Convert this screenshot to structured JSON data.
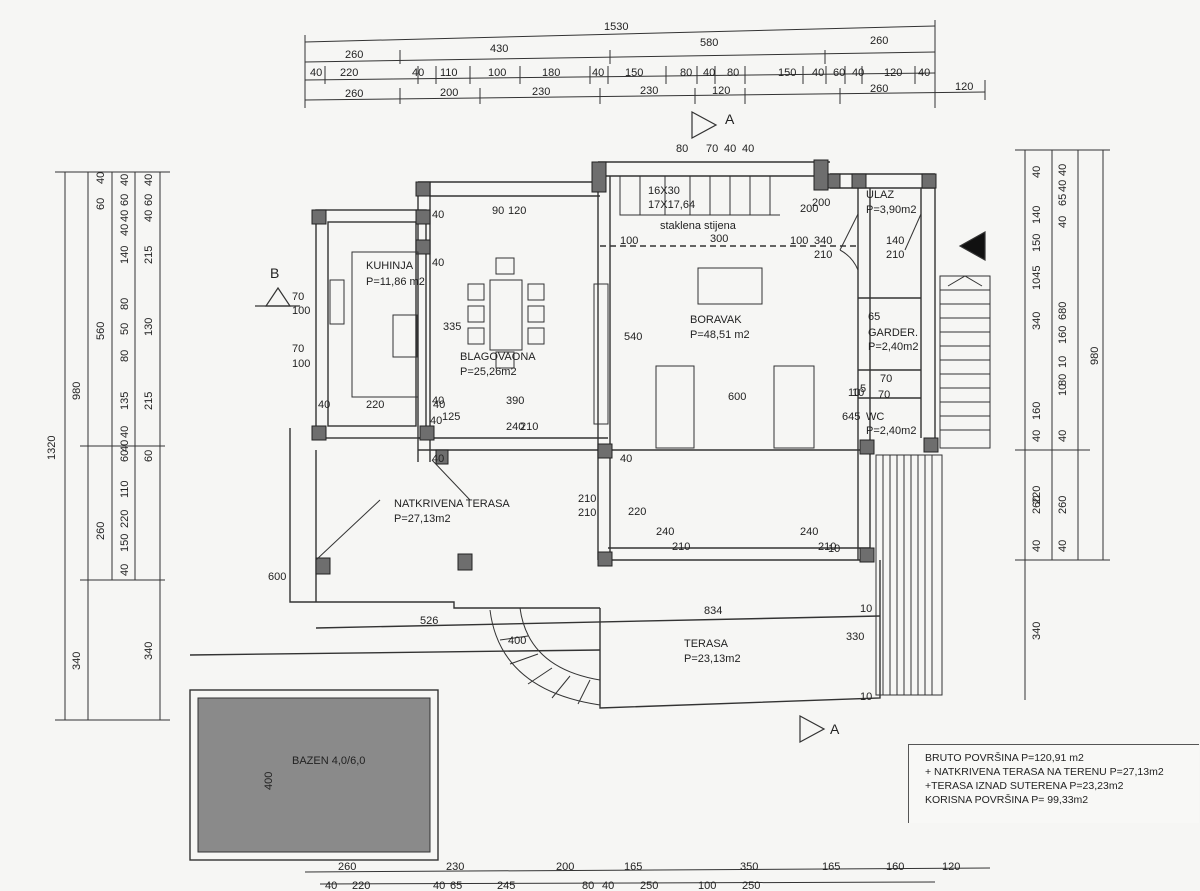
{
  "dims": {
    "top": {
      "total": "1530",
      "row1": [
        "260",
        "430",
        "580",
        "260"
      ],
      "row2": [
        "40",
        "220",
        "40",
        "110",
        "100",
        "180",
        "40",
        "150",
        "80",
        "40",
        "80",
        "150",
        "40",
        "60",
        "40",
        "120",
        "40"
      ],
      "row3": [
        "260",
        "200",
        "230",
        "230",
        "120",
        "260",
        "120"
      ]
    },
    "left": {
      "total": "1320",
      "a": [
        "980",
        "340"
      ],
      "b": [
        "60",
        "40",
        "560",
        "260"
      ],
      "c": [
        "40",
        "60",
        "40",
        "40",
        "140",
        "80",
        "50",
        "80",
        "135",
        "60",
        "40",
        "40",
        "110",
        "220",
        "150",
        "40"
      ],
      "d": [
        "40",
        "60",
        "40",
        "215",
        "130",
        "215",
        "60",
        "340"
      ]
    },
    "right": {
      "a": [
        "40",
        "140",
        "150",
        "340",
        "1045",
        "160",
        "40",
        "260",
        "220",
        "40",
        "340"
      ],
      "b": [
        "40",
        "40",
        "65",
        "40",
        "10",
        "680",
        "160",
        "80",
        "10",
        "40",
        "260",
        "40"
      ],
      "c": [
        "980"
      ]
    },
    "bottom": [
      "260",
      "230",
      "200",
      "165",
      "350",
      "165",
      "160",
      "120",
      "40",
      "220",
      "40",
      "65",
      "245",
      "80",
      "40",
      "250",
      "100",
      "250"
    ],
    "inner": [
      "70",
      "100",
      "70",
      "100",
      "40",
      "220",
      "40",
      "390",
      "600",
      "10",
      "5",
      "125",
      "240",
      "210",
      "210",
      "210",
      "220",
      "240",
      "210",
      "240",
      "210",
      "335",
      "540",
      "645",
      "90",
      "120",
      "100",
      "300",
      "100",
      "340",
      "210",
      "140",
      "210",
      "70",
      "70",
      "70",
      "65",
      "200",
      "200",
      "526",
      "400",
      "834",
      "10",
      "330",
      "10",
      "600",
      "40",
      "40",
      "40",
      "40",
      "16X30",
      "17X17,64",
      "80",
      "40",
      "40",
      "40",
      "40",
      "10",
      "10"
    ]
  },
  "rooms": {
    "kitchen": {
      "name": "KUHINJA",
      "area": "P=11,86 m2"
    },
    "dining": {
      "name": "BLAGOVAONA",
      "area": "P=25,26m2"
    },
    "living": {
      "name": "BORAVAK",
      "area": "P=48,51 m2"
    },
    "entrance": {
      "name": "ULAZ",
      "area": "P=3,90m2"
    },
    "wardrobe": {
      "name": "GARDER.",
      "area": "P=2,40m2"
    },
    "wc": {
      "name": "WC",
      "area": "P=2,40m2"
    },
    "covered_terrace": {
      "name": "NATKRIVENA TERASA",
      "area": "P=27,13m2"
    },
    "terrace": {
      "name": "TERASA",
      "area": "P=23,13m2"
    },
    "pool": {
      "name": "BAZEN 4,0/6,0"
    }
  },
  "labels": {
    "glass_wall": "staklena stijena",
    "section_a": "A",
    "section_b": "B",
    "pool_dim": "400"
  },
  "summary": {
    "gross": "BRUTO POVRŠINA P=120,91 m2",
    "covered": "+ NATKRIVENA TERASA NA TERENU P=27,13m2",
    "above": "+TERASA IZNAD SUTERENA P=23,23m2",
    "usable": "KORISNA POVRŠINA P= 99,33m2"
  },
  "colors": {
    "line": "#333333",
    "column": "#6e6e6e",
    "pool": "#8a8a8a"
  }
}
